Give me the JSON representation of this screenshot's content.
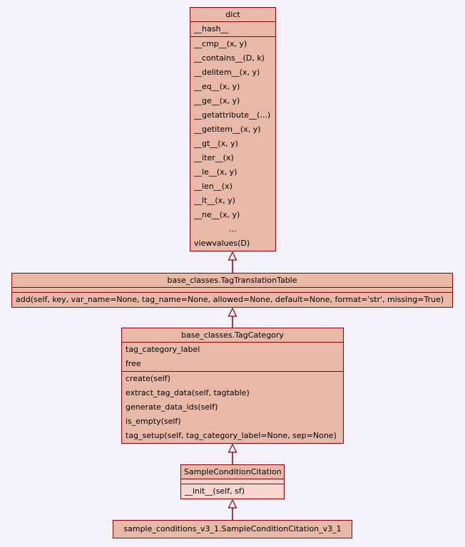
{
  "diagram": {
    "background_color": "#f5f1fb",
    "box_fill_color": "#e8b8a8",
    "box_fill_light_color": "#f9d6d2",
    "border_color": "#8b0000",
    "arrow_color": "#8b0000"
  },
  "classes": {
    "dict": {
      "title": "dict",
      "attributes": [
        "__hash__"
      ],
      "methods": [
        "__cmp__(x, y)",
        "__contains__(D, k)",
        "__delitem__(x, y)",
        "__eq__(x, y)",
        "__ge__(x, y)",
        "__getattribute__(...)",
        "__getitem__(x, y)",
        "__gt__(x, y)",
        "__iter__(x)",
        "__le__(x, y)",
        "__len__(x)",
        "__lt__(x, y)",
        "__ne__(x, y)",
        "...",
        "viewvalues(D)"
      ]
    },
    "tag_translation_table": {
      "title": "base_classes.TagTranslationTable",
      "attributes": [],
      "methods": [
        "add(self, key, var_name=None, tag_name=None, allowed=None, default=None, format='str', missing=True)"
      ]
    },
    "tag_category": {
      "title": "base_classes.TagCategory",
      "attributes": [
        "tag_category_label",
        "free"
      ],
      "methods": [
        "create(self)",
        "extract_tag_data(self, tagtable)",
        "generate_data_ids(self)",
        "is_empty(self)",
        "tag_setup(self, tag_category_label=None, sep=None)"
      ]
    },
    "sample_condition_citation": {
      "title": "SampleConditionCitation",
      "attributes": [],
      "methods": [
        "__init__(self, sf)"
      ]
    },
    "sample_condition_citation_v3_1": {
      "title": "sample_conditions_v3_1.SampleConditionCitation_v3_1"
    }
  },
  "edges": [
    {
      "from": "base_classes.TagTranslationTable",
      "to": "dict",
      "type": "inheritance"
    },
    {
      "from": "base_classes.TagCategory",
      "to": "base_classes.TagTranslationTable",
      "type": "inheritance"
    },
    {
      "from": "SampleConditionCitation",
      "to": "base_classes.TagCategory",
      "type": "inheritance"
    },
    {
      "from": "sample_conditions_v3_1.SampleConditionCitation_v3_1",
      "to": "SampleConditionCitation",
      "type": "inheritance"
    }
  ]
}
